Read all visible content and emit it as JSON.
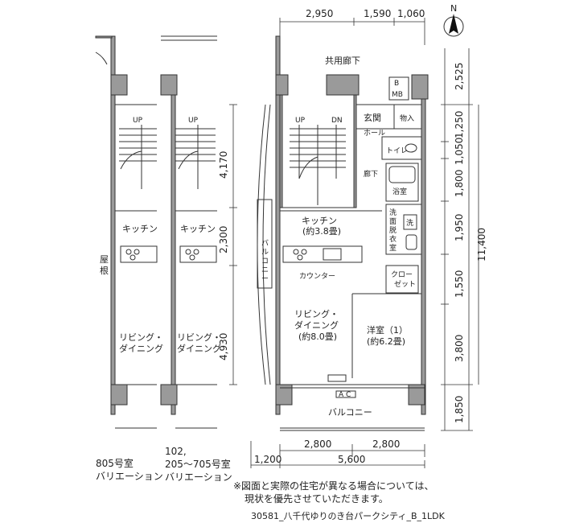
{
  "compass": {
    "label": "N"
  },
  "dims_top": [
    "2,950",
    "1,590",
    "1,060"
  ],
  "dims_right": [
    "2,525",
    "1,250",
    "1,050",
    "1,800",
    "1,950",
    "11,400",
    "1,550",
    "3,800",
    "1,850"
  ],
  "dims_left_stack": [
    "4,170",
    "2,300",
    "4,930"
  ],
  "dims_bottom": [
    "2,800",
    "2,800",
    "1,200",
    "5,600"
  ],
  "rooms": {
    "corridor": "共用廊下",
    "mb": "MB",
    "b": "B",
    "entrance": "玄関",
    "storage": "物入",
    "hall": "ホール",
    "toilet": "トイレ",
    "hallway": "廊下",
    "bath": "浴室",
    "washroom": [
      "洗",
      "面",
      "脱",
      "衣",
      "室"
    ],
    "washer": "洗",
    "kitchen": "キッチン",
    "kitchen_size": "(約3.8畳)",
    "counter": "カウンター",
    "closet": [
      "クロー",
      "ゼット"
    ],
    "living": [
      "リビング・",
      "ダイニング"
    ],
    "living_size": "(約8.0畳)",
    "western": "洋室（1）",
    "western_size": "(約6.2畳)",
    "balcony": "バルコニー",
    "balcony_side": [
      "バ",
      "ル",
      "コ",
      "ニ",
      "ー"
    ],
    "ac": "A C",
    "up": "UP",
    "dn": "DN"
  },
  "variations": {
    "roof": [
      "屋",
      "根"
    ],
    "kitchen": "キッチン",
    "living": [
      "リビング・",
      "ダイニング"
    ],
    "up": "UP"
  },
  "captions": {
    "room805": [
      "805号室",
      "バリエーション"
    ],
    "room102": [
      "102,",
      "205～705号室",
      "バリエーション"
    ]
  },
  "notes": {
    "disclaimer": [
      "※図面と実際の住宅が異なる場合については、",
      "現状を優先させていただきます。"
    ],
    "code": "30581_八千代ゆりのき台パークシティ_B_1LDK"
  }
}
